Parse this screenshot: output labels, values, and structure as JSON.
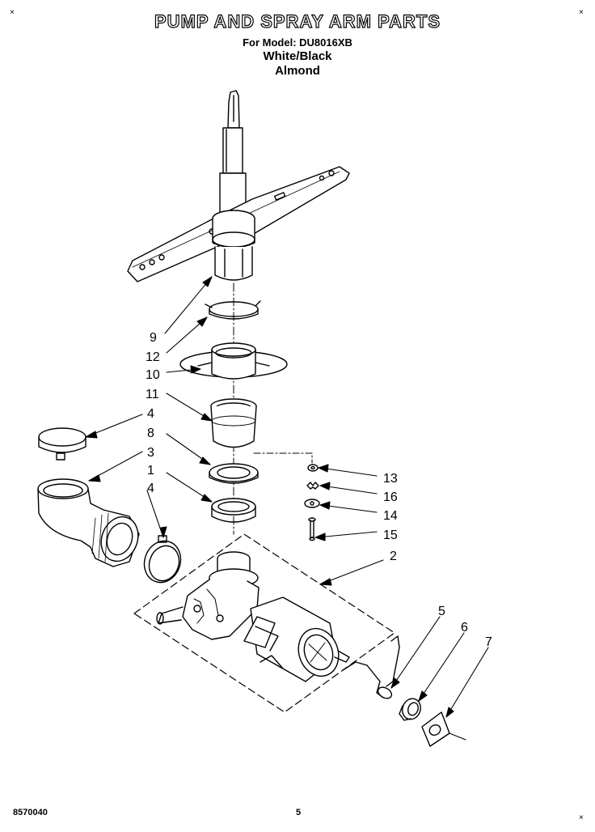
{
  "header": {
    "title": "PUMP AND SPRAY ARM PARTS",
    "model_line": "For Model: DU8016XB",
    "color_1": "White/Black",
    "color_2": "Almond"
  },
  "corner_marks": [
    "×",
    "×",
    "×"
  ],
  "footer": {
    "doc_number": "8570040",
    "page_number": "5"
  },
  "callouts": [
    "9",
    "12",
    "10",
    "11",
    "4",
    "8",
    "3",
    "1",
    "4",
    "13",
    "16",
    "14",
    "15",
    "2",
    "5",
    "6",
    "7"
  ]
}
